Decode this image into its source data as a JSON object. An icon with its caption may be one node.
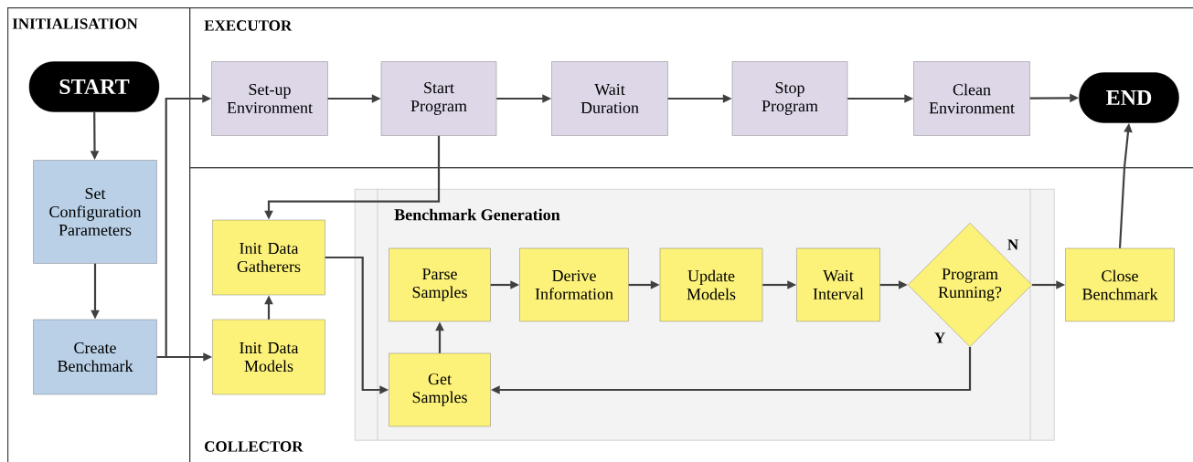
{
  "diagram": {
    "nodes": [
      {
        "text": [
          "INITIALISATION"
        ]
      },
      {
        "text": [
          "START"
        ],
        "in": 0
      },
      {
        "text": [
          "Set Configuration Parameters"
        ],
        "in": 0
      },
      {
        "text": [
          "Create Benchmark"
        ],
        "in": 0
      },
      {
        "text": [
          "EXECUTOR"
        ]
      },
      {
        "text": [
          "Set-up Environment"
        ],
        "in": 4
      },
      {
        "text": [
          "Start Program"
        ],
        "in": 4
      },
      {
        "text": [
          "Wait Duration"
        ],
        "in": 4
      },
      {
        "text": [
          "Stop Program"
        ],
        "in": 4
      },
      {
        "text": [
          "Clean Environment"
        ],
        "in": 4
      },
      {
        "text": [
          "END"
        ],
        "in": 4
      },
      {
        "text": [
          "COLLECTOR"
        ]
      },
      {
        "text": [
          "Init Data Gatherers"
        ],
        "in": 11
      },
      {
        "text": [
          "Init Data Models"
        ],
        "in": 11
      },
      {
        "text": [
          "Benchmark Generation"
        ],
        "in": 11
      },
      {
        "text": [
          "Parse Samples"
        ],
        "in": 14
      },
      {
        "text": [
          "Derive Information"
        ],
        "in": 14
      },
      {
        "text": [
          "Update Models"
        ],
        "in": 14
      },
      {
        "text": [
          "Wait Interval"
        ],
        "in": 14
      },
      {
        "text": [
          "Program Running?"
        ],
        "in": 14
      },
      {
        "text": [
          "Get Samples"
        ],
        "in": 14
      },
      {
        "text": [
          "Close Benchmark"
        ],
        "in": 11
      }
    ],
    "edges": [
      {
        "from": 1,
        "to": 2,
        "arrow": "to"
      },
      {
        "from": 2,
        "to": 3,
        "arrow": "to"
      },
      {
        "from": 3,
        "to": 5,
        "arrow": "to"
      },
      {
        "from": 3,
        "to": 13,
        "arrow": "to"
      },
      {
        "from": 5,
        "to": 6,
        "arrow": "to"
      },
      {
        "from": 6,
        "to": 7,
        "arrow": "to"
      },
      {
        "from": 7,
        "to": 8,
        "arrow": "to"
      },
      {
        "from": 8,
        "to": 9,
        "arrow": "to"
      },
      {
        "from": 9,
        "to": 10,
        "arrow": "to"
      },
      {
        "from": 6,
        "to": 12,
        "arrow": "to"
      },
      {
        "from": 13,
        "to": 12,
        "arrow": "to"
      },
      {
        "from": 12,
        "to": 20,
        "arrow": "to"
      },
      {
        "from": 20,
        "to": 15,
        "arrow": "to"
      },
      {
        "from": 15,
        "to": 16,
        "arrow": "to"
      },
      {
        "from": 16,
        "to": 17,
        "arrow": "to"
      },
      {
        "from": 17,
        "to": 18,
        "arrow": "to"
      },
      {
        "from": 18,
        "to": 19,
        "arrow": "to"
      },
      {
        "from": 19,
        "to": 21,
        "arrow": "to",
        "label": "N"
      },
      {
        "from": 19,
        "to": 20,
        "arrow": "to",
        "label": "Y"
      },
      {
        "from": 21,
        "to": 10,
        "arrow": "to"
      }
    ]
  }
}
